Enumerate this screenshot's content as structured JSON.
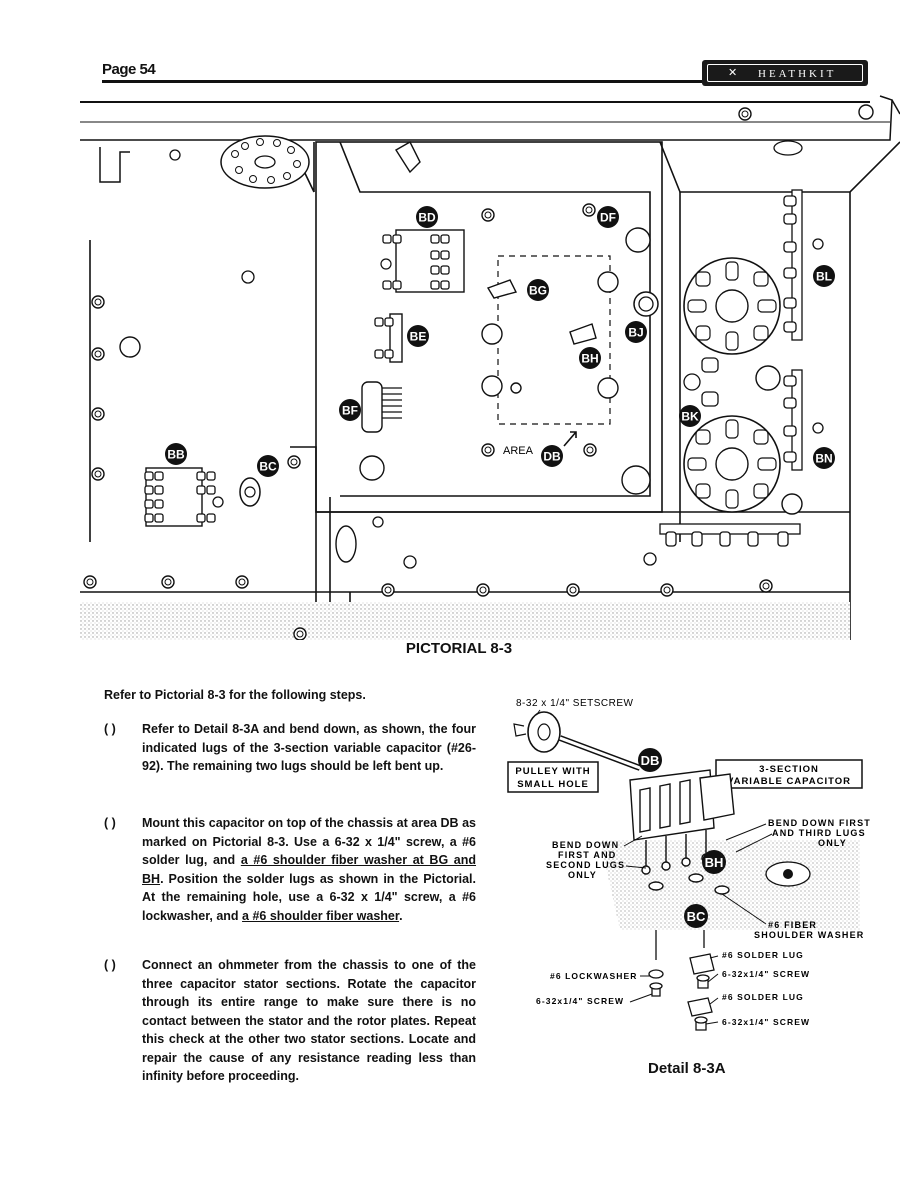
{
  "header": {
    "page_number": "Page 54",
    "brand": "HEATHKIT",
    "brand_logo": "✕"
  },
  "pictorial": {
    "title": "PICTORIAL 8-3",
    "callouts": {
      "bd": "BD",
      "df": "DF",
      "bg": "BG",
      "be": "BE",
      "bj": "BJ",
      "bh": "BH",
      "bf": "BF",
      "db": "DB",
      "area": "AREA",
      "bb": "BB",
      "bc": "BC",
      "bl": "BL",
      "bk": "BK",
      "bn": "BN"
    }
  },
  "instructions": {
    "intro": "Refer to Pictorial 8-3 for the following steps.",
    "checkbox": "(   )",
    "step1": "Refer to Detail 8-3A and bend down, as shown, the four indicated lugs of the 3-section variable capacitor (#26-92). The remaining two lugs should be left bent up.",
    "step2_a": "Mount this capacitor on top of the chassis at area DB as marked on Pictorial 8-3. Use a 6-32 x 1/4\" screw, a #6 solder lug, and ",
    "step2_u1": "a #6 shoulder fiber washer at BG and BH",
    "step2_b": ". Position the solder lugs as shown in the Pictorial. At the remaining hole, use a 6-32 x 1/4\" screw, a #6 lockwasher, and ",
    "step2_u2": "a #6 shoulder fiber washer",
    "step2_c": ".",
    "step3": "Connect an ohmmeter from the chassis to one of the three capacitor stator sections. Rotate the capacitor through its entire range to make sure there is no contact between the stator and the rotor plates. Repeat this check at the other two stator sections. Locate and repair the cause of any resistance reading less than infinity before proceeding."
  },
  "detail": {
    "caption": "Detail 8-3A",
    "setscrew": "8-32 x 1/4\" SETSCREW",
    "pulley_1": "PULLEY WITH",
    "pulley_2": "SMALL HOLE",
    "cap_1": "3-SECTION",
    "cap_2": "VARIABLE CAPACITOR",
    "bend_third_1": "BEND DOWN FIRST",
    "bend_third_2": "AND THIRD LUGS",
    "bend_third_3": "ONLY",
    "bend_second_1": "BEND DOWN",
    "bend_second_2": "FIRST AND",
    "bend_second_3": "SECOND LUGS",
    "bend_second_4": "ONLY",
    "fiber_1": "#6 FIBER",
    "fiber_2": "SHOULDER WASHER",
    "solder_lug_1": "#6 SOLDER LUG",
    "screw_1": "6-32x1/4\" SCREW",
    "lockwasher": "#6 LOCKWASHER",
    "screw_left": "6-32x1/4\" SCREW",
    "solder_lug_2": "#6 SOLDER LUG",
    "screw_2": "6-32x1/4\" SCREW",
    "db": "DB",
    "bh": "BH",
    "bc": "BC"
  }
}
